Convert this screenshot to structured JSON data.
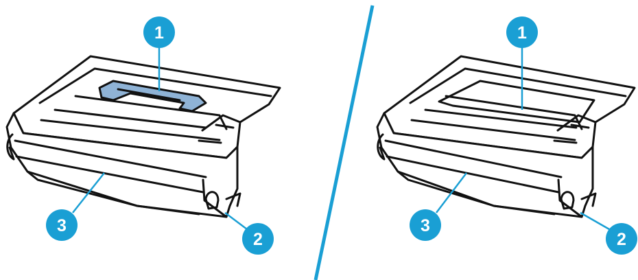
{
  "colors": {
    "callout": "#1a9fd4",
    "leader": "#1a9fd4",
    "divider": "#1a9fd4",
    "outline": "#111111",
    "handle_highlight": "#8fb3d6"
  },
  "left_panel": {
    "callouts": [
      {
        "label": "1",
        "part": "handle"
      },
      {
        "label": "2",
        "part": "end-latch"
      },
      {
        "label": "3",
        "part": "drum-roller"
      }
    ]
  },
  "right_panel": {
    "callouts": [
      {
        "label": "1",
        "part": "handle-stowed"
      },
      {
        "label": "2",
        "part": "end-latch"
      },
      {
        "label": "3",
        "part": "drum-roller"
      }
    ]
  }
}
